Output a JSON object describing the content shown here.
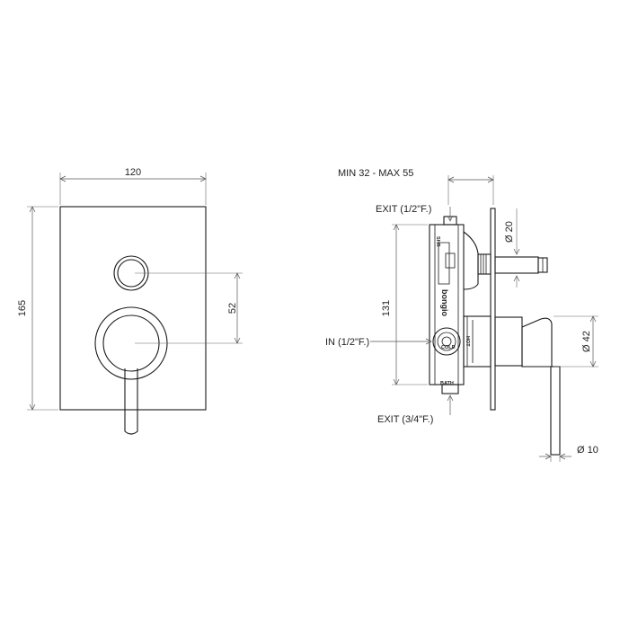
{
  "front_view": {
    "width_label": "120",
    "height_label": "165",
    "spacing_label": "52"
  },
  "side_view": {
    "depth_label": "MIN 32 - MAX 55",
    "exit_top_label": "EXIT (1/2\"F.)",
    "inlet_label": "IN (1/2\"F.)",
    "exit_bottom_label": "EXIT (3/4\"F.)",
    "height_label": "131",
    "diverter_dia_label": "Ø 20",
    "handle_dia_label": "Ø 42",
    "lever_dia_label": "Ø 10",
    "body_mark_shr": "SHR",
    "body_mark_hot": "HOT",
    "body_mark_bath": "BATH",
    "brand_label": "bongio",
    "cold_mark": "COLD"
  },
  "colors": {
    "line": "#1a1a1a",
    "dimension": "#555555",
    "background": "#ffffff"
  }
}
